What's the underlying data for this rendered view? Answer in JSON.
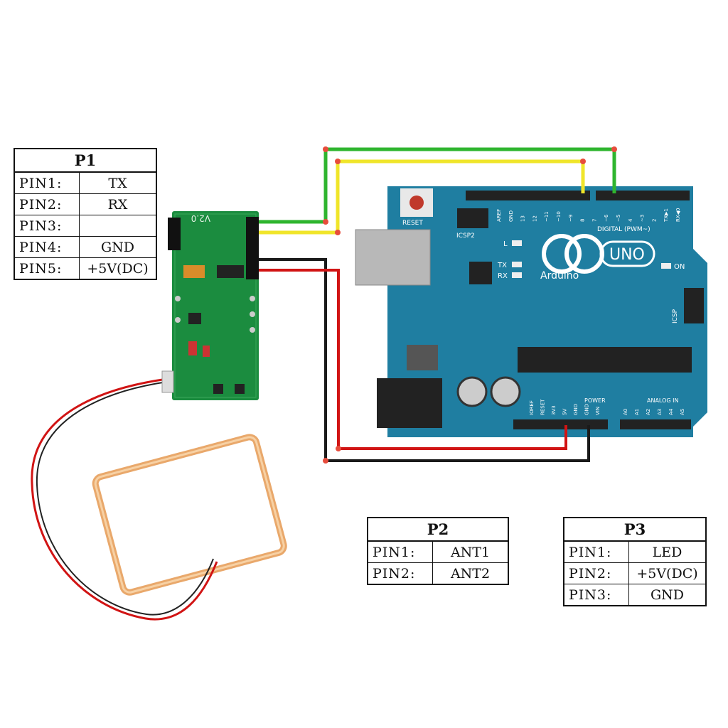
{
  "tables": {
    "p1": {
      "title": "P1",
      "rows": [
        {
          "pin": "PIN1:",
          "value": "TX"
        },
        {
          "pin": "PIN2:",
          "value": "RX"
        },
        {
          "pin": "PIN3:",
          "value": ""
        },
        {
          "pin": "PIN4:",
          "value": "GND"
        },
        {
          "pin": "PIN5:",
          "value": "+5V(DC)"
        }
      ]
    },
    "p2": {
      "title": "P2",
      "rows": [
        {
          "pin": "PIN1:",
          "value": "ANT1"
        },
        {
          "pin": "PIN2:",
          "value": "ANT2"
        }
      ]
    },
    "p3": {
      "title": "P3",
      "rows": [
        {
          "pin": "PIN1:",
          "value": "LED"
        },
        {
          "pin": "PIN2:",
          "value": "+5V(DC)"
        },
        {
          "pin": "PIN3:",
          "value": "GND"
        }
      ]
    }
  },
  "rfid_module": {
    "version": "V2.0"
  },
  "arduino": {
    "reset": "RESET",
    "icsp2": "ICSP2",
    "icsp": "ICSP",
    "logo": "UNO",
    "brand": "Arduino",
    "led_l": "L",
    "led_tx": "TX",
    "led_rx": "RX",
    "led_on": "ON",
    "digital": "DIGITAL (PWM~)",
    "power": "POWER",
    "analog": "ANALOG IN",
    "digital_pins": [
      "AREF",
      "GND",
      "13",
      "12",
      "~11",
      "~10",
      "~9",
      "8",
      "7",
      "~6",
      "~5",
      "4",
      "~3",
      "2",
      "TX▶1",
      "RX◀0"
    ],
    "power_pins": [
      "IOREF",
      "RESET",
      "3V3",
      "5V",
      "GND",
      "GND",
      "VIN"
    ],
    "analog_pins": [
      "A0",
      "A1",
      "A2",
      "A3",
      "A4",
      "A5"
    ]
  },
  "colors": {
    "board": "#1f7ea1",
    "pcb": "#1b8c3f",
    "wire_green": "#2fb52f",
    "wire_yellow": "#f0e52a",
    "wire_black": "#1a1a1a",
    "wire_red": "#d11414",
    "coil": "#e9a86b"
  }
}
